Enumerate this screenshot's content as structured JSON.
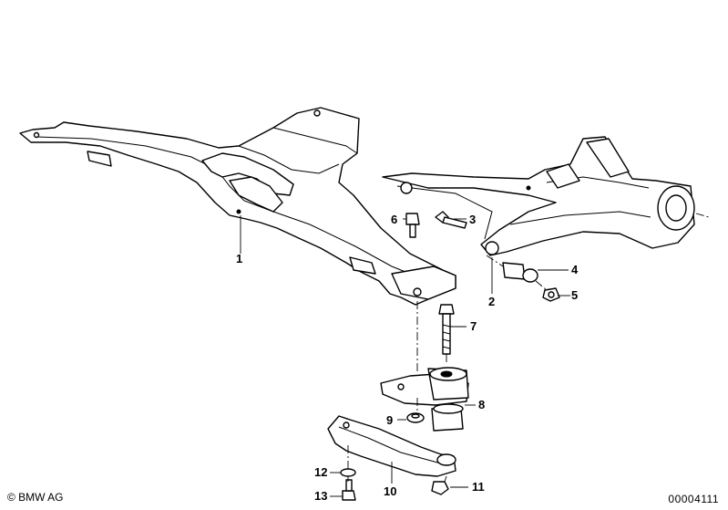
{
  "callouts": {
    "c1": "1",
    "c2": "2",
    "c3": "3",
    "c4": "4",
    "c5": "5",
    "c6": "6",
    "c7": "7",
    "c8": "8",
    "c9": "9",
    "c10": "10",
    "c11": "11",
    "c12": "12",
    "c13": "13"
  },
  "footer": {
    "copyright": "© BMW AG",
    "document_number": "00004111"
  }
}
